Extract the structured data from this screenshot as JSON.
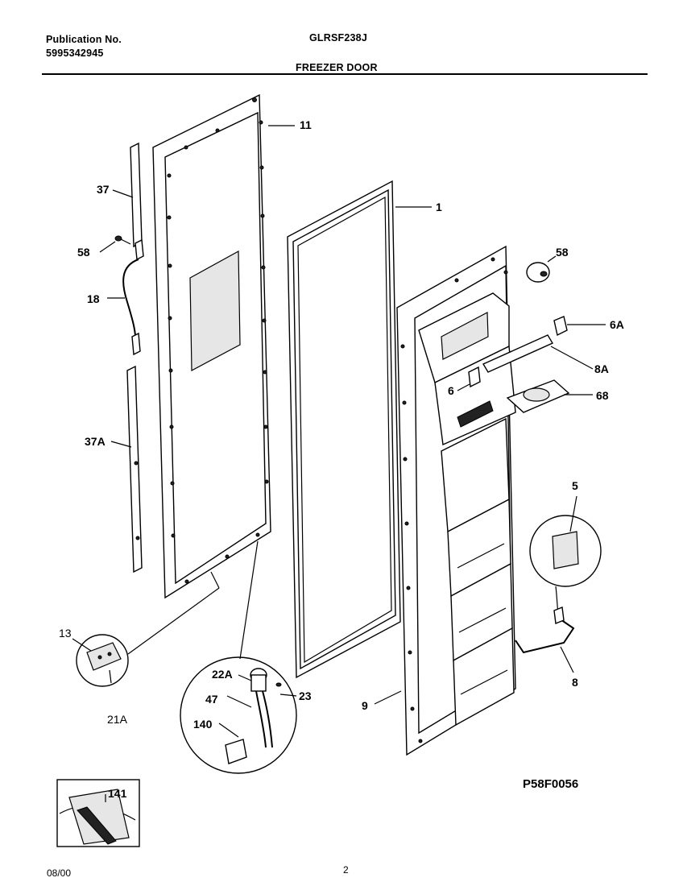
{
  "header": {
    "publication_label": "Publication No.",
    "publication_number": "5995342945",
    "model": "GLRSF238J",
    "section_title": "FREEZER DOOR"
  },
  "callouts": {
    "p11": "11",
    "p1": "1",
    "p37": "37",
    "p58_left": "58",
    "p18": "18",
    "p37A": "37A",
    "p58_right": "58",
    "p6A": "6A",
    "p8A": "8A",
    "p6": "6",
    "p68": "68",
    "p5": "5",
    "p8": "8",
    "p9": "9",
    "p13": "13",
    "p21A": "21A",
    "p22A": "22A",
    "p47": "47",
    "p23": "23",
    "p140": "140",
    "p141": "141"
  },
  "drawing_code": "P58F0056",
  "footer": {
    "date": "08/00",
    "page": "2"
  }
}
